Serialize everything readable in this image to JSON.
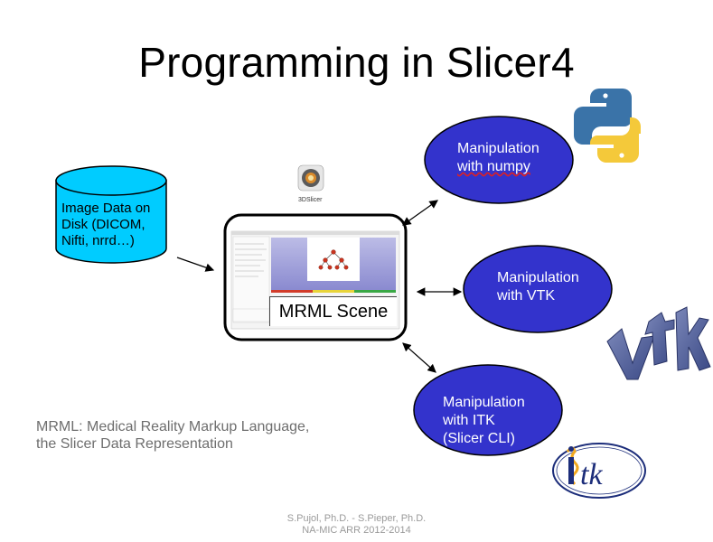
{
  "title": "Programming in Slicer4",
  "image_data": {
    "line1": "Image Data on",
    "line2": "Disk (DICOM,",
    "line3": "Nifti, nrrd…)"
  },
  "scene_label": "MRML Scene",
  "slicer_logo_text": "3DSlicer",
  "manipulations": [
    {
      "line1": "Manipulation",
      "line2": "with numpy",
      "line3": ""
    },
    {
      "line1": "Manipulation",
      "line2": "with VTK",
      "line3": ""
    },
    {
      "line1": "Manipulation",
      "line2": "with ITK",
      "line3": "(Slicer CLI)"
    }
  ],
  "caption": {
    "line1": "MRML: Medical Reality Markup Language,",
    "line2": "the Slicer Data Representation"
  },
  "footer": {
    "line1": "S.Pujol, Ph.D. - S.Pieper, Ph.D.",
    "line2": "NA-MIC ARR 2012-2014"
  },
  "logos": {
    "python": "python-logo",
    "vtk": "vtk-logo",
    "itk": "itk-logo"
  },
  "colors": {
    "node_fill": "#3333cc",
    "cylinder_fill": "#00ccff"
  }
}
